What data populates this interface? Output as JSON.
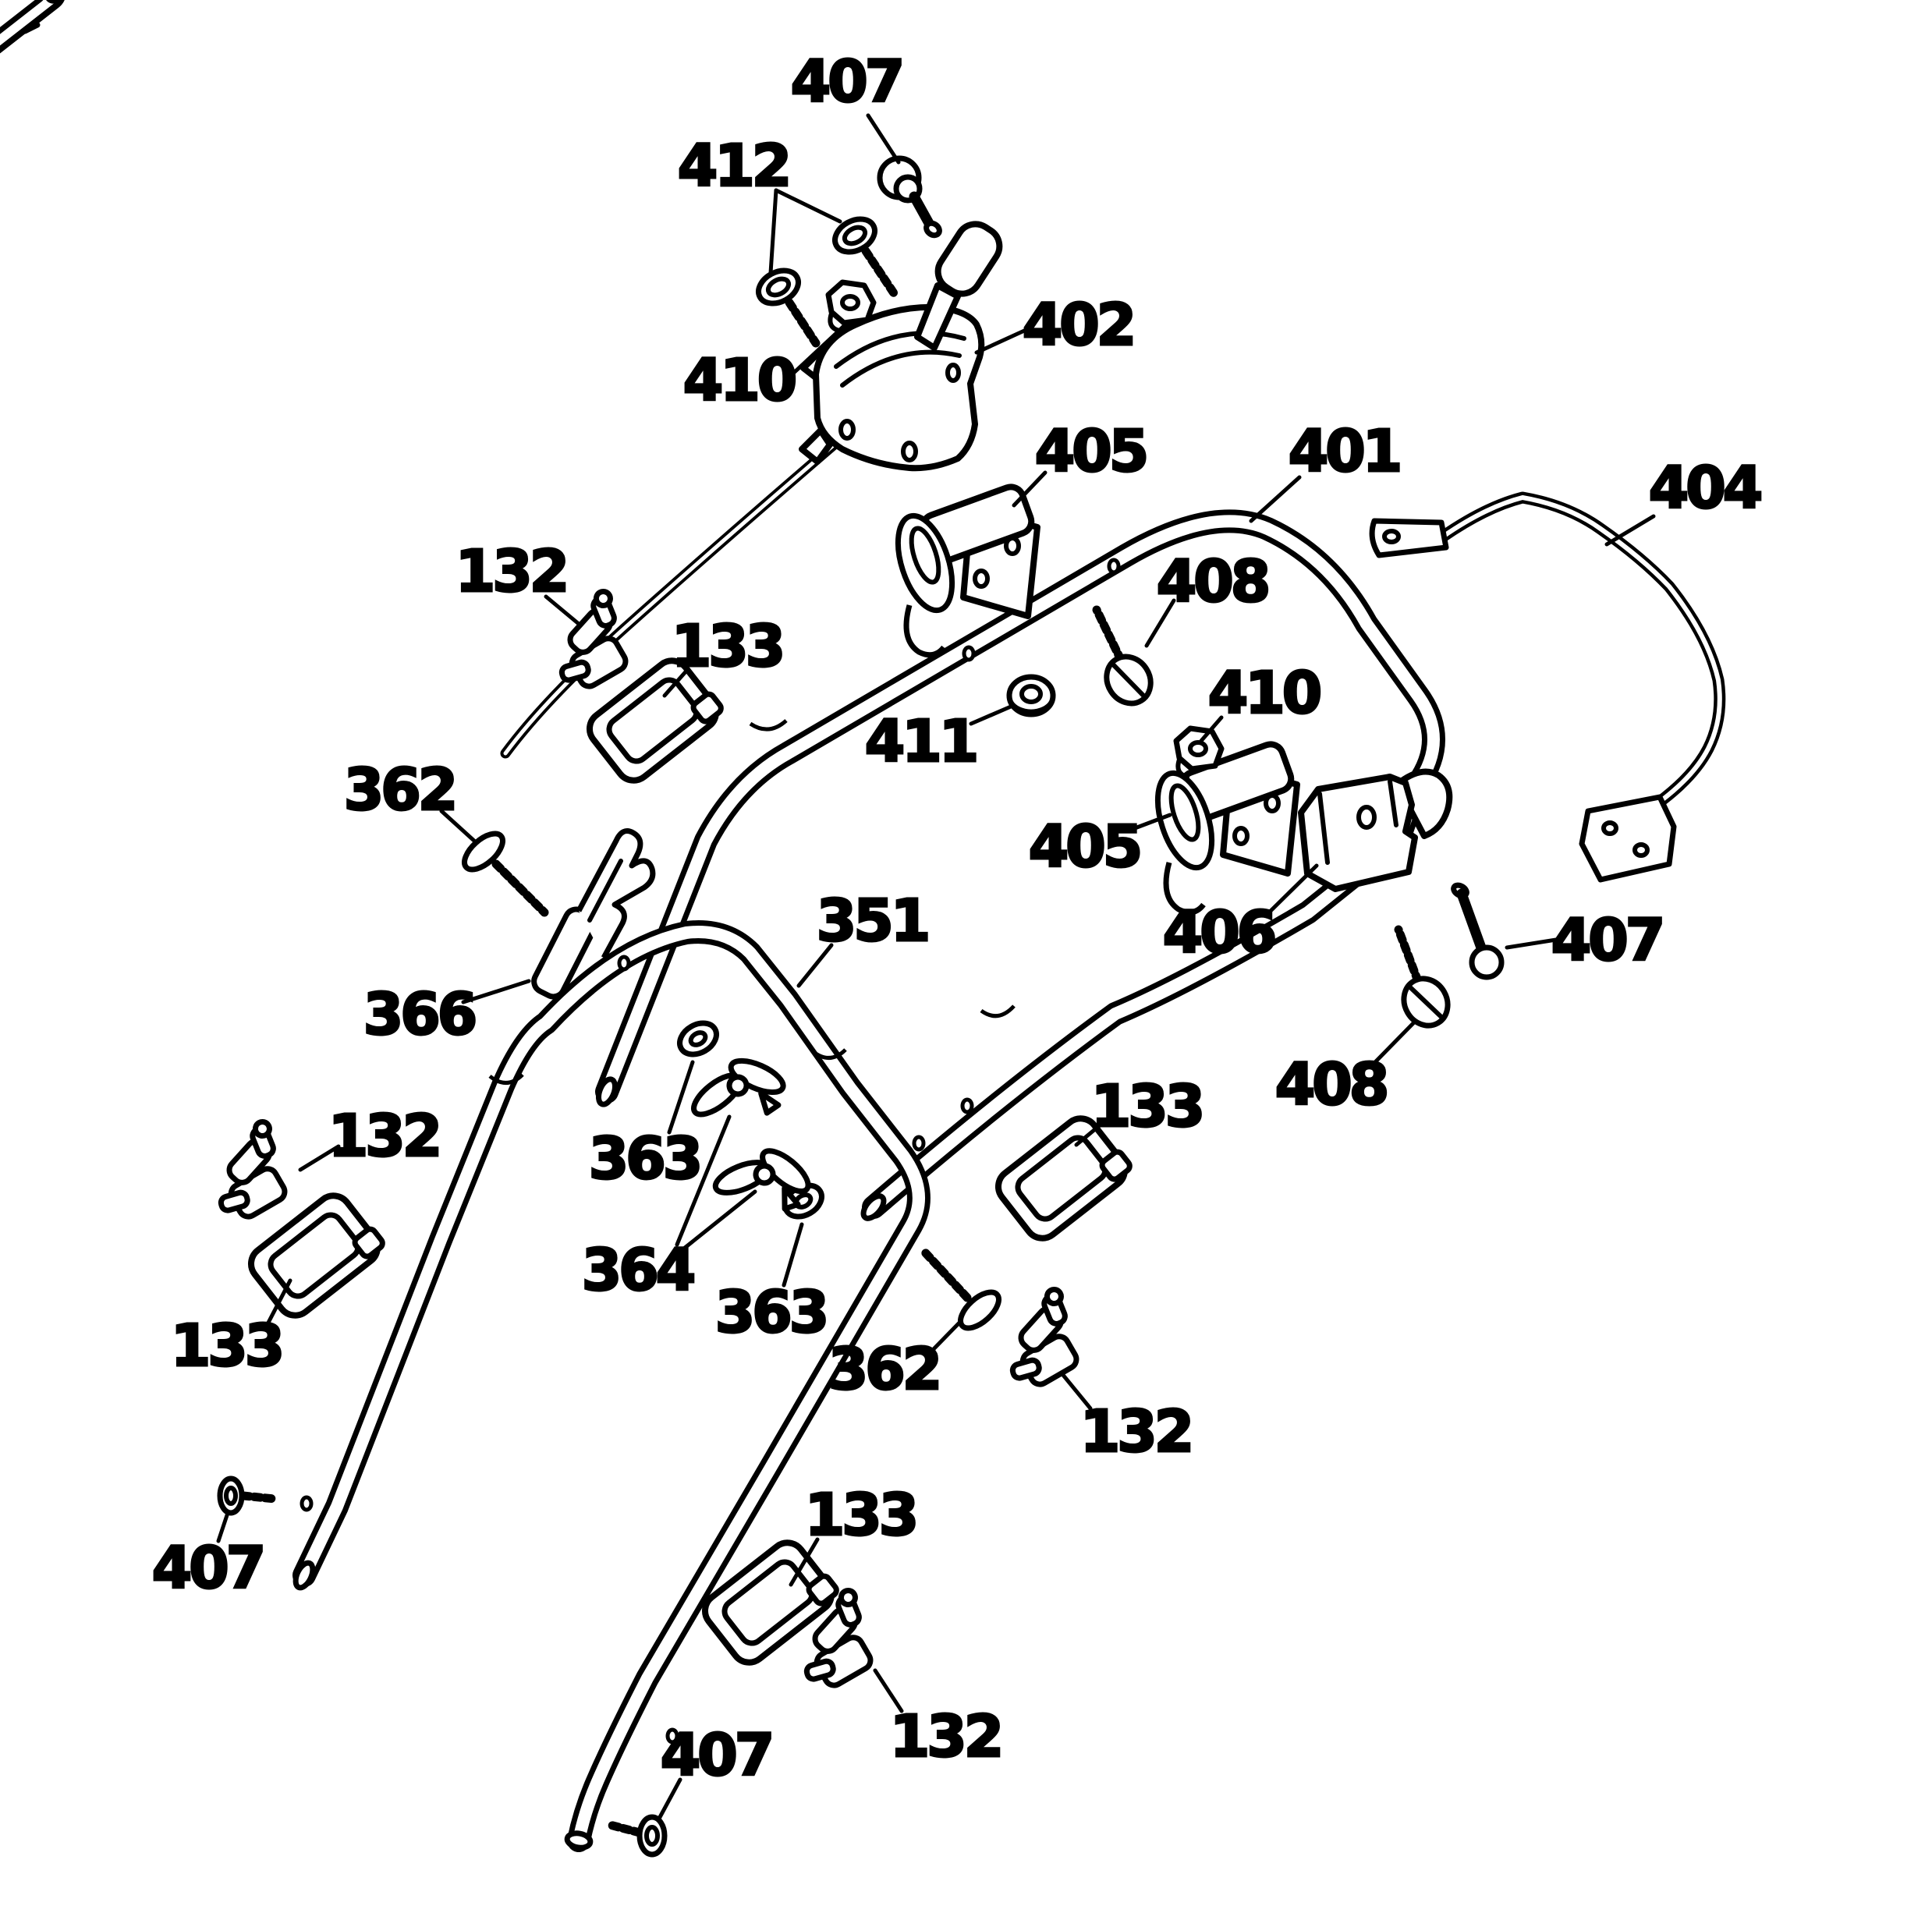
{
  "figure": {
    "kind": "exploded-parts-diagram",
    "colors": {
      "background": "#ffffff",
      "ink": "#000000"
    },
    "callouts": [
      {
        "id": "407-top",
        "text": "407"
      },
      {
        "id": "412",
        "text": "412"
      },
      {
        "id": "410-top",
        "text": "410"
      },
      {
        "id": "402",
        "text": "402"
      },
      {
        "id": "405-upper",
        "text": "405"
      },
      {
        "id": "401",
        "text": "401"
      },
      {
        "id": "404",
        "text": "404"
      },
      {
        "id": "408-upper",
        "text": "408"
      },
      {
        "id": "411",
        "text": "411"
      },
      {
        "id": "410-right",
        "text": "410"
      },
      {
        "id": "405-right",
        "text": "405"
      },
      {
        "id": "406",
        "text": "406"
      },
      {
        "id": "407-right",
        "text": "407"
      },
      {
        "id": "408-right",
        "text": "408"
      },
      {
        "id": "132-upper-left",
        "text": "132"
      },
      {
        "id": "133-upper-left",
        "text": "133"
      },
      {
        "id": "362-left",
        "text": "362"
      },
      {
        "id": "366",
        "text": "366"
      },
      {
        "id": "351",
        "text": "351"
      },
      {
        "id": "363-left",
        "text": "363"
      },
      {
        "id": "364",
        "text": "364"
      },
      {
        "id": "363-lower",
        "text": "363"
      },
      {
        "id": "133-mid-right",
        "text": "133"
      },
      {
        "id": "362-right",
        "text": "362"
      },
      {
        "id": "132-mid-right",
        "text": "132"
      },
      {
        "id": "133-left",
        "text": "133"
      },
      {
        "id": "132-left",
        "text": "132"
      },
      {
        "id": "407-bottom-left",
        "text": "407"
      },
      {
        "id": "133-bottom",
        "text": "133"
      },
      {
        "id": "132-bottom",
        "text": "132"
      },
      {
        "id": "407-bottom",
        "text": "407"
      }
    ]
  }
}
